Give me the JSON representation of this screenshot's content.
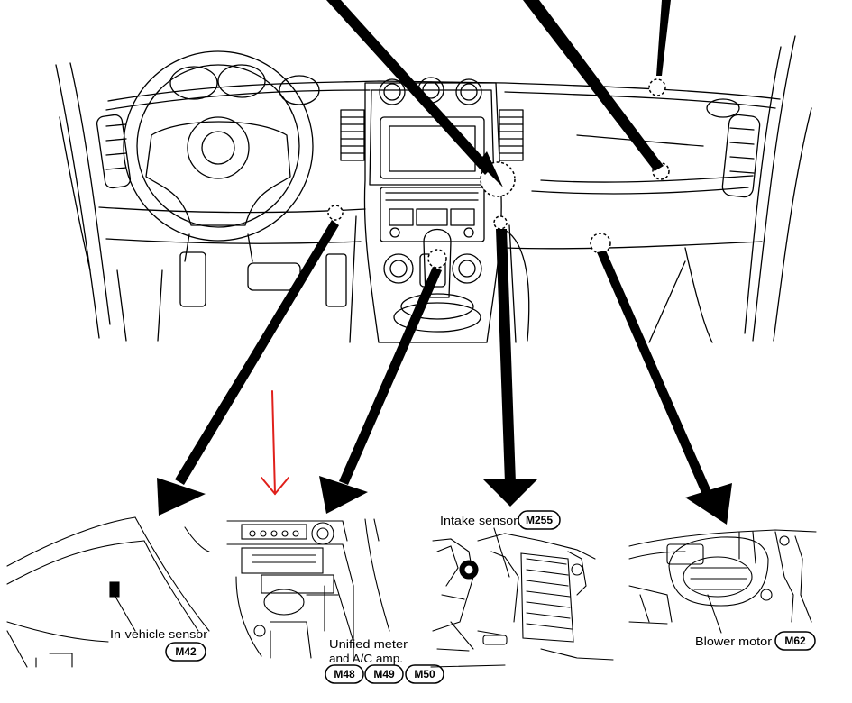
{
  "labels": {
    "in_vehicle_sensor": "In-vehicle sensor",
    "unified_meter_line1": "Unified meter",
    "unified_meter_line2": "and A/C amp.",
    "intake_sensor": "Intake sensor",
    "blower_motor": "Blower motor"
  },
  "connectors": {
    "in_vehicle": "M42",
    "unified_1": "M48",
    "unified_2": "M49",
    "unified_3": "M50",
    "intake": "M255",
    "blower": "M62"
  },
  "colors": {
    "line": "#000000",
    "annotation_arrow": "#e0201b"
  }
}
